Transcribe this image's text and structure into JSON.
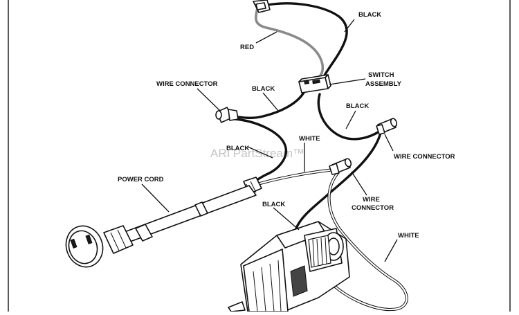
{
  "labels": {
    "black_top": "BLACK",
    "red": "RED",
    "switch_assembly_1": "SWITCH",
    "switch_assembly_2": "ASSEMBLY",
    "wire_connector_left": "WIRE CONNECTOR",
    "black_upper_mid": "BLACK",
    "black_right": "BLACK",
    "wire_connector_right": "WIRE CONNECTOR",
    "white_top": "WHITE",
    "black_mid": "BLACK",
    "power_cord": "POWER CORD",
    "wire_connector_mid_1": "WIRE",
    "wire_connector_mid_2": "CONNECTOR",
    "black_lower": "BLACK",
    "white_lower": "WHITE"
  },
  "watermark": "ARI PartStream™"
}
